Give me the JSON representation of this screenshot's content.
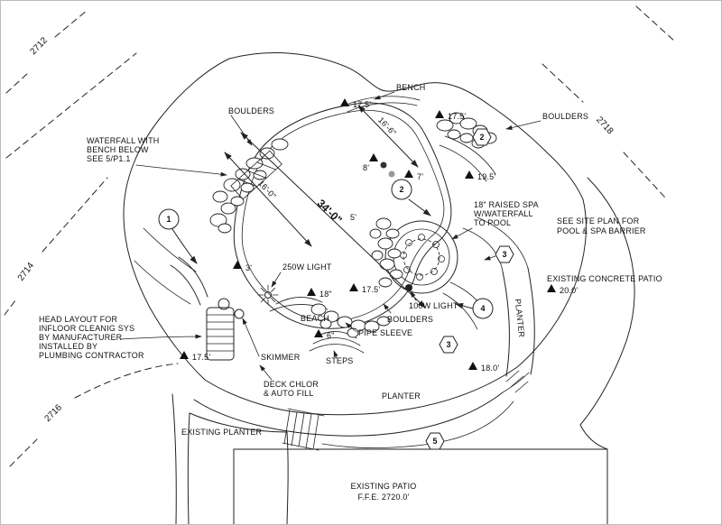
{
  "contours": {
    "c2712": "2712",
    "c2714": "2714",
    "c2716": "2716",
    "c2718": "2718"
  },
  "labels": {
    "boulders_top_left": "BOULDERS",
    "waterfall_note": [
      "WATERFALL WITH",
      "BENCH BELOW",
      "SEE 5/P1.1"
    ],
    "bench": "BENCH",
    "boulders_top_right": "BOULDERS",
    "raised_spa_note": [
      "18\" RAISED SPA",
      "W/WATERFALL",
      "TO POOL"
    ],
    "site_plan_note": [
      "SEE SITE PLAN FOR",
      "POOL & SPA BARRIER"
    ],
    "existing_concrete_patio": "EXISTING CONCRETE PATIO",
    "light_250w": "250W LIGHT",
    "light_100w": "100W LIGHT",
    "beach": "BEACH",
    "boulders_bottom": "BOULDERS",
    "pipe_sleeve": "PIPE SLEEVE",
    "steps": "STEPS",
    "skimmer": "SKIMMER",
    "head_layout_note": [
      "HEAD LAYOUT FOR",
      "INFLOOR CLEANIG SYS",
      "BY MANUFACTURER",
      "INSTALLED BY",
      "PLUMBING CONTRACTOR"
    ],
    "deck_chlor_note": [
      "DECK CHLOR",
      "& AUTO FILL"
    ],
    "planter_bottom": "PLANTER",
    "planter_right": "PLANTER",
    "existing_planter": "EXISTING PLANTER",
    "existing_patio_note": [
      "EXISTING PATIO",
      "F.F.E. 2720.0'"
    ]
  },
  "dimensions": {
    "d34": "34'-0\"",
    "d16": "16'-0\"",
    "d16_6": "16'-6\"",
    "d5": "5'",
    "d8": "8'",
    "d7": "7'",
    "d3": "3'",
    "d18in": "18\"",
    "d6in": "6\""
  },
  "elevations": {
    "top": "17.5'",
    "top_right": "17.5'",
    "right": "19.5'",
    "patio": "20.0'",
    "mid": "17.5'",
    "bottom_left": "17.5'",
    "bottom_right": "18.0'"
  },
  "keynotes": {
    "k1": "1",
    "k2": "2",
    "k2_hex": "2",
    "k3_hex_right": "3",
    "k4": "4",
    "k3_hex_bottom": "3",
    "k5_hex": "5"
  }
}
